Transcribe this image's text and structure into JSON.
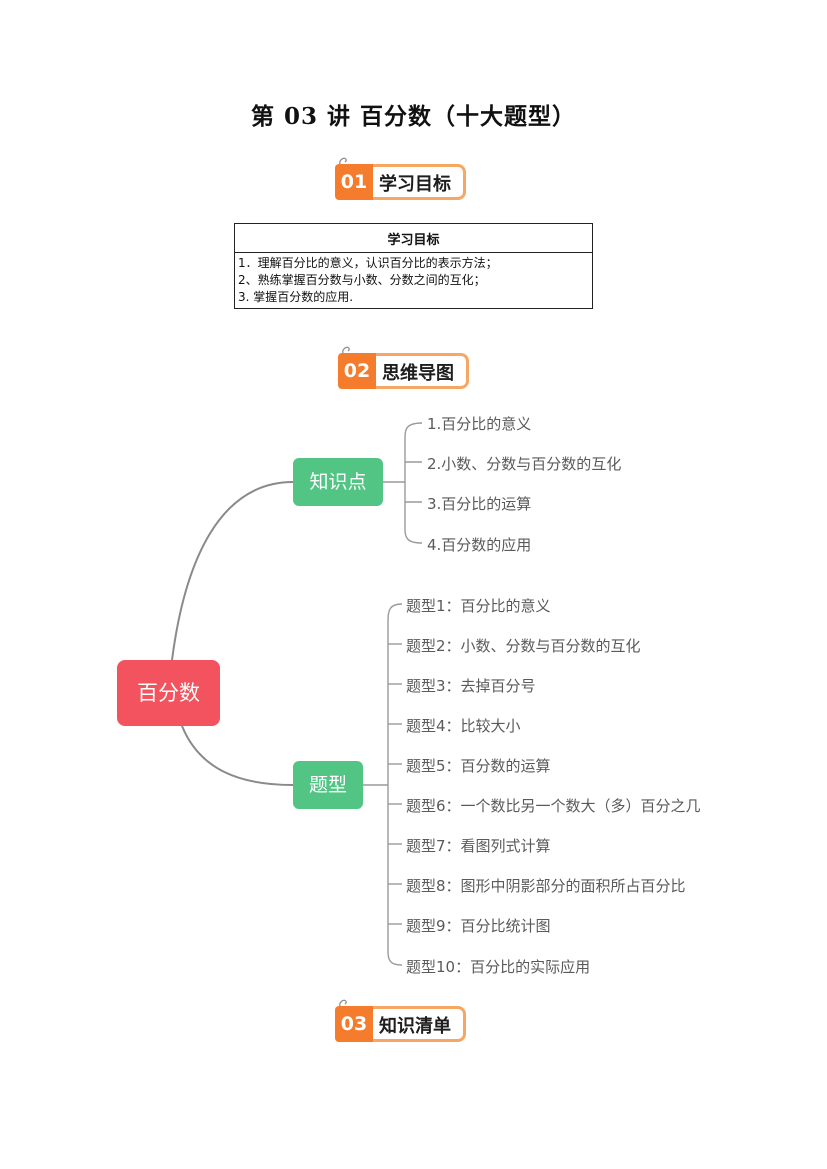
{
  "title": "第 03 讲  百分数（十大题型）",
  "sections": [
    {
      "number": "01",
      "label": "学习目标"
    },
    {
      "number": "02",
      "label": "思维导图"
    },
    {
      "number": "03",
      "label": "知识清单"
    }
  ],
  "objectives": {
    "header": "学习目标",
    "rows": [
      "1．理解百分比的意义，认识百分比的表示方法；",
      "2、熟练掌握百分数与小数、分数之间的互化；",
      "3. 掌握百分数的应用."
    ]
  },
  "mindmap": {
    "root": "百分数",
    "knowledge": {
      "label": "知识点",
      "items": [
        "1.百分比的意义",
        "2.小数、分数与百分数的互化",
        "3.百分比的运算",
        "4.百分数的应用"
      ]
    },
    "types": {
      "label": "题型",
      "items": [
        "题型1：百分比的意义",
        "题型2：小数、分数与百分数的互化",
        "题型3：去掉百分号",
        "题型4：比较大小",
        "题型5：百分数的运算",
        "题型6：一个数比另一个数大（多）百分之几",
        "题型7：看图列式计算",
        "题型8：图形中阴影部分的面积所占百分比",
        "题型9：百分比统计图",
        "题型10：百分比的实际应用"
      ]
    }
  }
}
